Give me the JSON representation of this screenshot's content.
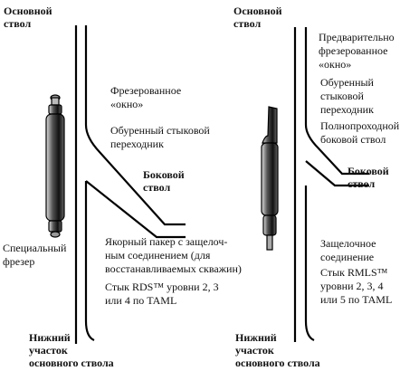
{
  "left": {
    "main_bore": [
      "Основной",
      "ствол"
    ],
    "milled_window": [
      "Фрезерованное",
      "«окно»"
    ],
    "cased_adapter": [
      "Обуренный стыковой",
      "переходник"
    ],
    "lateral": [
      "Боковой",
      "ствол"
    ],
    "special_mill": [
      "Специальный",
      "фрезер"
    ],
    "anchor_packer": [
      "Якорный пакер с защелоч-",
      "ным соединением (для",
      "восстанавливаемых скважин)"
    ],
    "rds_joint": [
      "Стык RDS™ уровни 2, 3",
      "или 4 по TAML"
    ],
    "lower_main": [
      "Нижний",
      "участок",
      "основного ствола"
    ]
  },
  "right": {
    "main_bore": [
      "Основной",
      "ствол"
    ],
    "premilled_window": [
      "Предварительно",
      "фрезерованное",
      "«окно»"
    ],
    "cased_adapter": [
      "Обуренный",
      "стыковой",
      "переходник"
    ],
    "full_bore_lateral": [
      "Полнопроходной",
      "боковой ствол"
    ],
    "lateral": [
      "Боковой",
      "ствол"
    ],
    "latch_joint": [
      "Защелочное",
      "соединение"
    ],
    "rmls_joint": [
      "Стык RMLS™",
      "уровни 2, 3, 4",
      "или 5 по TAML"
    ],
    "lower_main": [
      "Нижний",
      "участок",
      "основного ствола"
    ]
  }
}
